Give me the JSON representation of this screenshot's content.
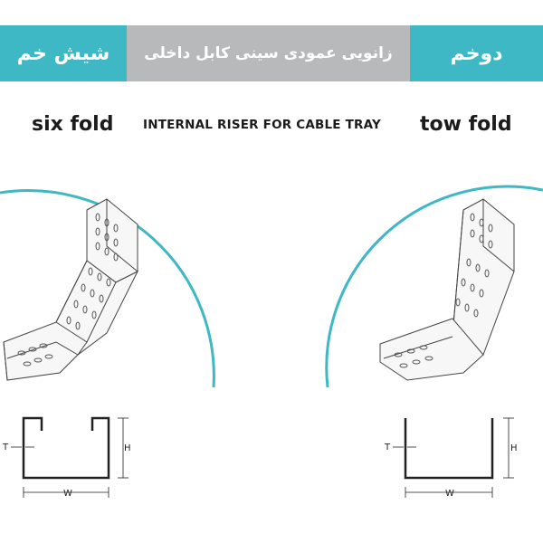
{
  "banner": {
    "left_title": "شیش خم",
    "center_title": "زانویی عمودی سینی کابل داخلی",
    "right_title": "دوخم"
  },
  "labels": {
    "six_fold": "six fold",
    "center": "INTERNAL RISER FOR CABLE TRAY",
    "two_fold": "tow fold"
  },
  "dimensions": {
    "thickness": "T",
    "height": "H",
    "width": "W"
  },
  "colors": {
    "accent": "#3db8c4",
    "banner_gray": "#b7b9bb",
    "line": "#333333"
  }
}
